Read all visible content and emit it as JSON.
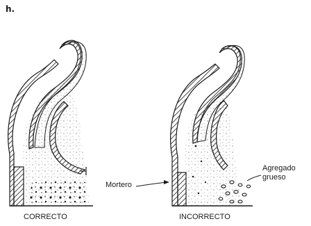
{
  "panel_letter": "h.",
  "captions": {
    "correct": "CORRECTO",
    "incorrect": "INCORRECTO"
  },
  "labels": {
    "mortar": "Mortero",
    "coarse_aggregate_line1": "Agregado",
    "coarse_aggregate_line2": "grueso"
  },
  "colors": {
    "ink": "#1a1a1a",
    "fill_light": "#d8d8d8"
  }
}
